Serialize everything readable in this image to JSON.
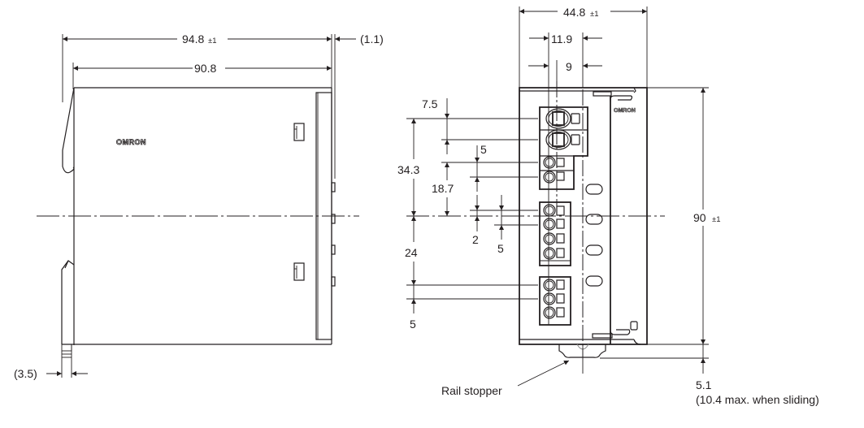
{
  "brand": {
    "logo_side": "OMRON",
    "logo_front": "OMRON"
  },
  "side_view": {
    "overall_width": {
      "value": "94.8",
      "tolerance": "±1"
    },
    "body_width": {
      "value": "90.8"
    },
    "front_protrusion": {
      "value": "(1.1)"
    },
    "rail_clip_depth": {
      "value": "(3.5)"
    }
  },
  "front_view": {
    "overall_width": {
      "value": "44.8",
      "tolerance": "±1"
    },
    "terminal_pitch_outer": {
      "value": "11.9"
    },
    "terminal_pitch_inner": {
      "value": "9"
    },
    "overall_height": {
      "value": "90",
      "tolerance": "±1"
    },
    "top_terminal_offset": {
      "value": "7.5"
    },
    "upper_block_span": {
      "value": "34.3"
    },
    "upper_pitch": {
      "value": "5"
    },
    "mid_span": {
      "value": "18.7"
    },
    "small_gap": {
      "value": "2"
    },
    "lower_pitch": {
      "value": "5"
    },
    "lower_span": {
      "value": "24"
    },
    "bottom_pitch": {
      "value": "5"
    },
    "rail_stopper_offset": {
      "value": "5.1",
      "note": "(10.4 max. when sliding)"
    }
  },
  "labels": {
    "rail_stopper": "Rail stopper"
  },
  "colors": {
    "line": "#231f20",
    "text": "#231f20",
    "background": "#ffffff"
  }
}
